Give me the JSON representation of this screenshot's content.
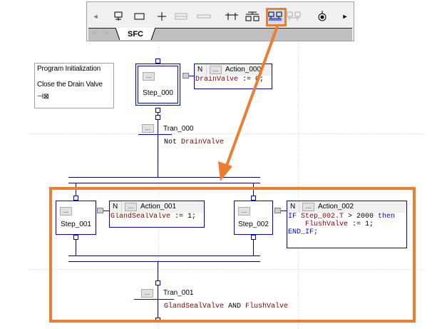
{
  "toolbar": {
    "scroll_left": "◄",
    "scroll_right": "►",
    "tools": [
      {
        "name": "step-tool",
        "label": "Step"
      },
      {
        "name": "action-tool",
        "label": "Action"
      },
      {
        "name": "transition-tool",
        "label": "Transition"
      },
      {
        "name": "branch-tool",
        "label": "Branch",
        "disabled": true
      },
      {
        "name": "jump-tool",
        "label": "Jump",
        "disabled": true
      },
      {
        "name": "simultaneous-branch-tool",
        "label": "Selection Branch"
      },
      {
        "name": "parallel-branch-tool",
        "label": "Simultaneous Branch"
      },
      {
        "name": "add-parallel-branch-tool",
        "label": "Add Simultaneous Branch",
        "selected": true
      },
      {
        "name": "add-branch-tool",
        "label": "Add Selection Branch",
        "disabled": true
      },
      {
        "name": "stop-tool",
        "label": "Stop"
      }
    ],
    "tab_nav_prev": "<",
    "tab_nav_next": ">",
    "active_tab": "SFC"
  },
  "comment": {
    "line1": "Program Initialization",
    "line2": "Close the Drain Valve",
    "pin_icon": "⊣⊠"
  },
  "ellipsis": "...",
  "steps": [
    {
      "name": "Step_000",
      "initial": true
    },
    {
      "name": "Step_001",
      "initial": false
    },
    {
      "name": "Step_002",
      "initial": false
    }
  ],
  "actions": [
    {
      "qualifier": "N",
      "name": "Action_000",
      "code_tokens": [
        [
          {
            "t": "DrainValve",
            "c": "var"
          },
          {
            "t": " := 0;",
            "c": "op"
          }
        ]
      ]
    },
    {
      "qualifier": "N",
      "name": "Action_001",
      "code_tokens": [
        [
          {
            "t": "GlandSealValve",
            "c": "var"
          },
          {
            "t": " := 1;",
            "c": "op"
          }
        ]
      ]
    },
    {
      "qualifier": "N",
      "name": "Action_002",
      "code_tokens": [
        [
          {
            "t": "IF ",
            "c": "kw"
          },
          {
            "t": "Step_002.T",
            "c": "var"
          },
          {
            "t": " > 2000 ",
            "c": "op"
          },
          {
            "t": "then",
            "c": "kw"
          }
        ],
        [
          {
            "t": "    ",
            "c": "op"
          },
          {
            "t": "FlushValve",
            "c": "var"
          },
          {
            "t": " := 1;",
            "c": "op"
          }
        ],
        [
          {
            "t": "END_IF;",
            "c": "kw"
          }
        ]
      ]
    }
  ],
  "transitions": [
    {
      "name": "Tran_000",
      "condition_tokens": [
        {
          "t": "Not ",
          "c": "op"
        },
        {
          "t": "DrainValve",
          "c": "var"
        }
      ]
    },
    {
      "name": "Tran_001",
      "condition_tokens": [
        {
          "t": "GlandSealValve",
          "c": "var"
        },
        {
          "t": " AND ",
          "c": "op"
        },
        {
          "t": "FlushValve",
          "c": "var"
        }
      ]
    }
  ],
  "annotation": {
    "color": "#ed7d31"
  },
  "colors": {
    "link": "#0000cc",
    "branch": "#000080",
    "variable": "#800000",
    "keyword": "#0000ff"
  }
}
